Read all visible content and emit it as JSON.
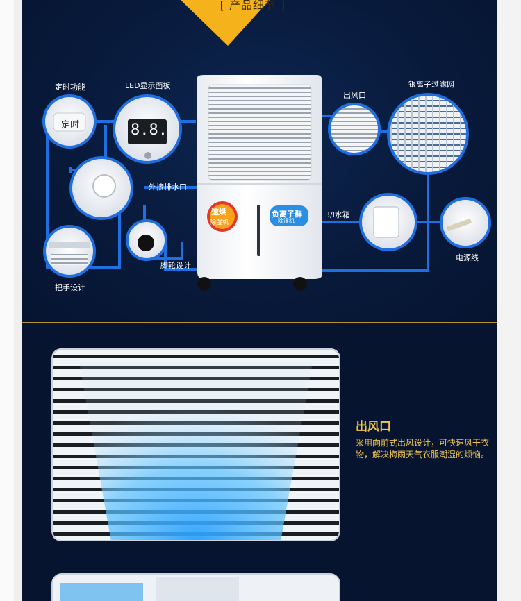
{
  "banner": {
    "heading": "[ 产品细节 ]"
  },
  "diagram_labels": {
    "timer": "定时功能",
    "led_panel": "LED显示面板",
    "air_outlet": "出风口",
    "silver_filter": "银离子过滤网",
    "external_drain": "外接排水口",
    "tank": "3/l水箱",
    "power_cord": "电源线",
    "caster": "脚轮设计",
    "handle": "把手设计"
  },
  "timer_button_text": "定时",
  "led_digits": "8.8.",
  "front_badges": {
    "left": [
      "速烘",
      "除湿机"
    ],
    "right": [
      "负离子群",
      "除湿机"
    ]
  },
  "feature": {
    "title": "出风口",
    "description": "采用向前式出风设计，可快速风干衣物，解决梅雨天气衣服潮湿的烦恼。"
  },
  "colors": {
    "panel_bg": "#071a3a",
    "connector_blue": "#1f6fe0",
    "accent_gold": "#f3c64a",
    "divider": "#b8903a",
    "arrow": "#f6b21a"
  }
}
